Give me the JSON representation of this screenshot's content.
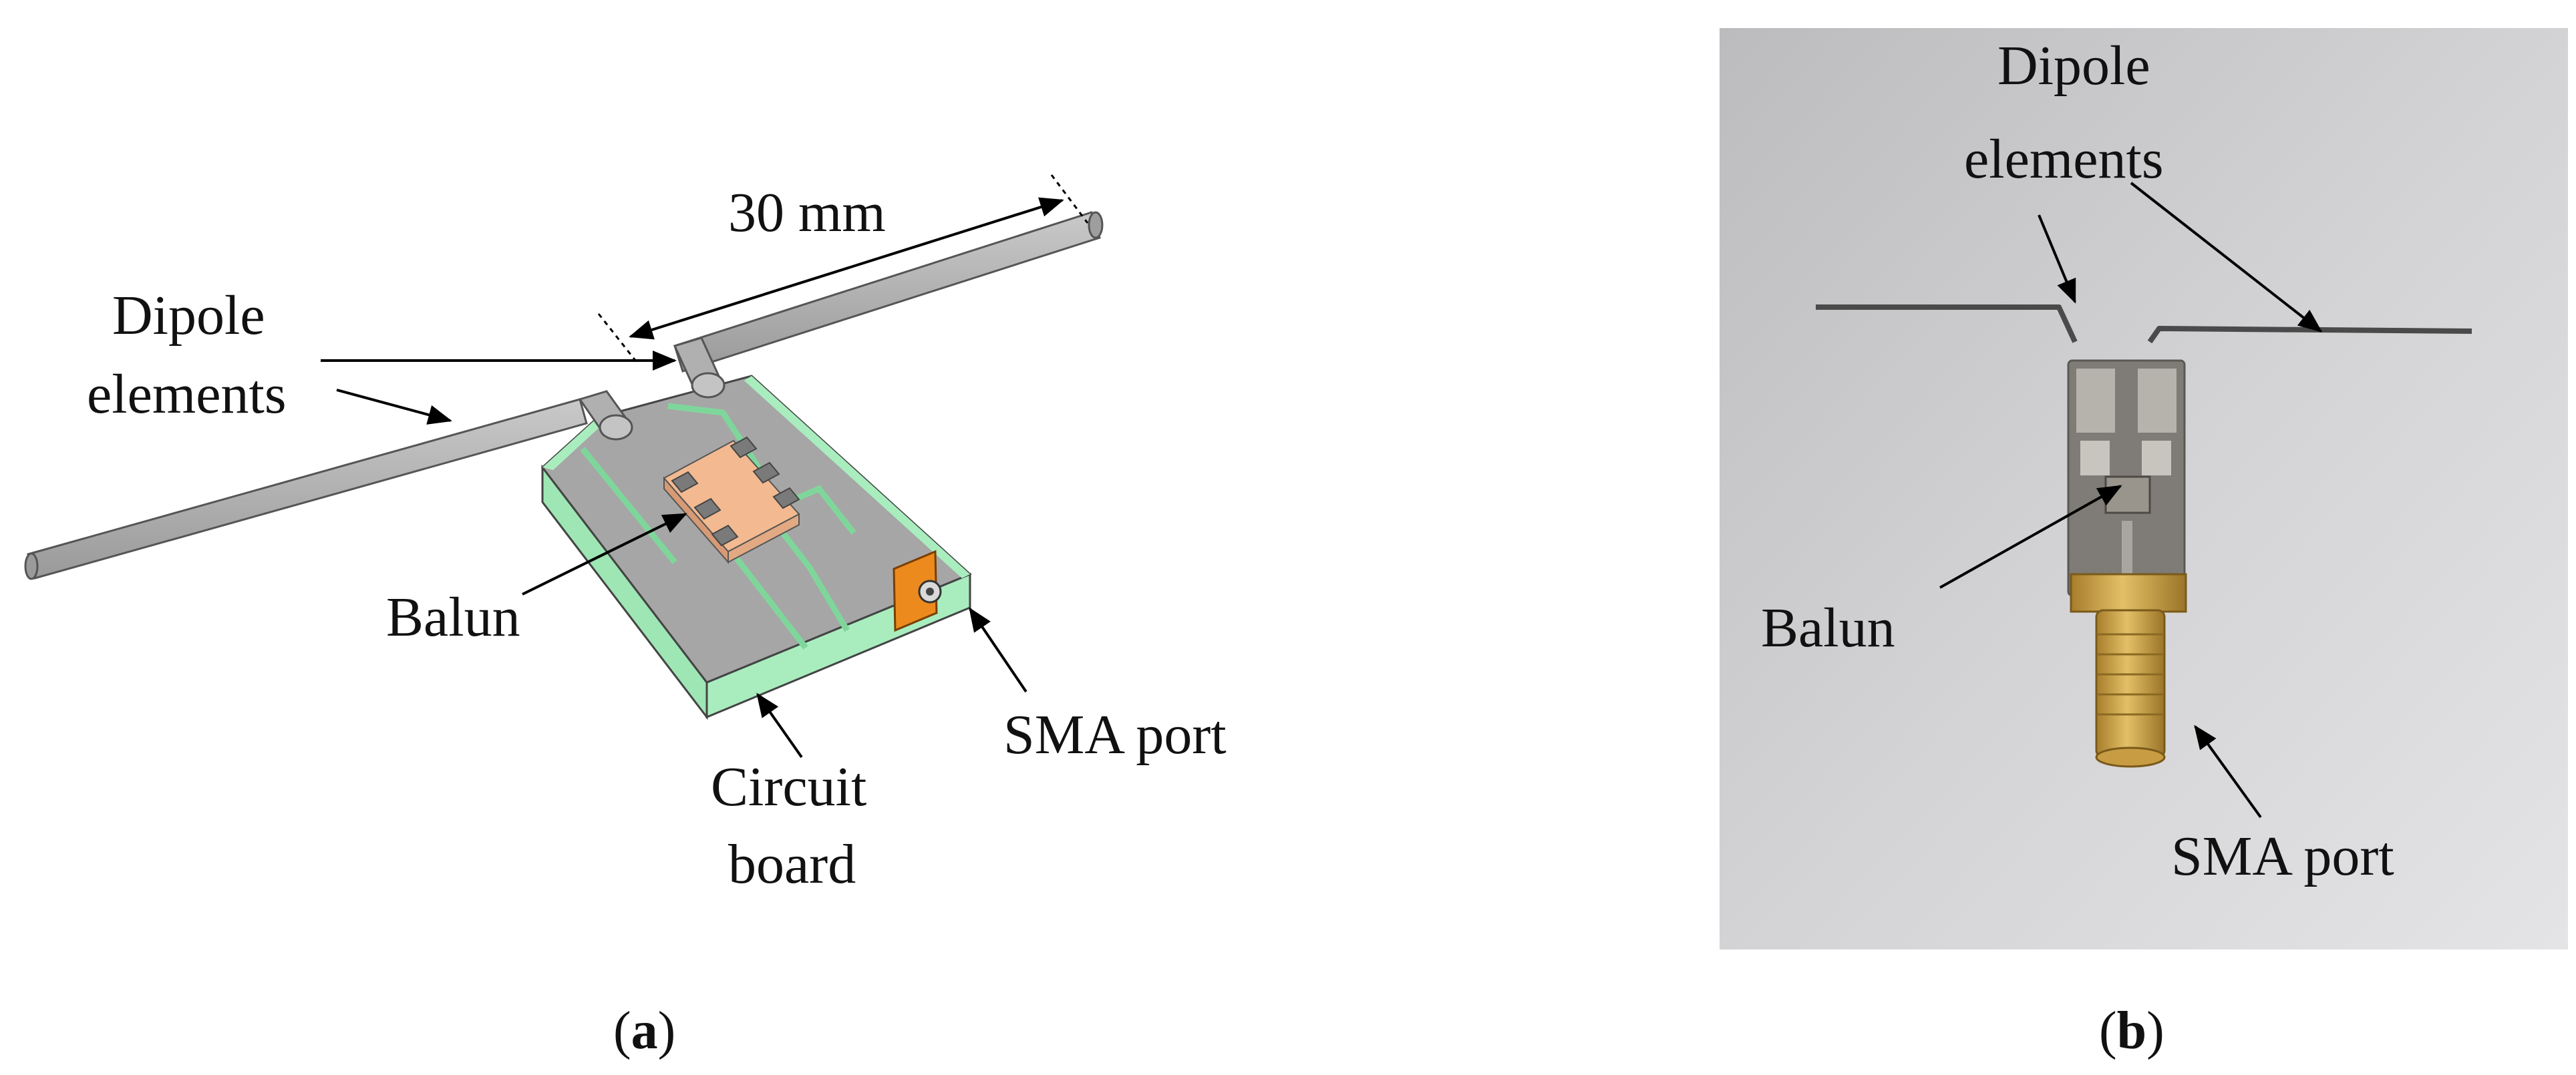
{
  "panel_a": {
    "dimension_label": "30 mm",
    "labels": {
      "dipole_line1": "Dipole",
      "dipole_line2": "elements",
      "balun": "Balun",
      "sma_port": "SMA port",
      "circuit_line1": "Circuit",
      "circuit_line2": "board"
    },
    "caption": {
      "open": "(",
      "letter": "a",
      "close": ")"
    },
    "colors": {
      "rod": "#b4b4b4",
      "board_top": "#a8a8a8",
      "board_edge": "#a9edbf",
      "trace": "#9fe6b5",
      "balun": "#f3b990",
      "sma": "#ec8a1e"
    }
  },
  "panel_b": {
    "labels": {
      "dipole_line1": "Dipole",
      "dipole_line2": "elements",
      "balun": "Balun",
      "sma_port": "SMA port"
    },
    "caption": {
      "open": "(",
      "letter": "b",
      "close": ")"
    },
    "colors": {
      "photo_background": "#c9c9cb",
      "wire": "#4a4a4a",
      "board": "#7f7c77",
      "connector": "#cfa448"
    }
  }
}
